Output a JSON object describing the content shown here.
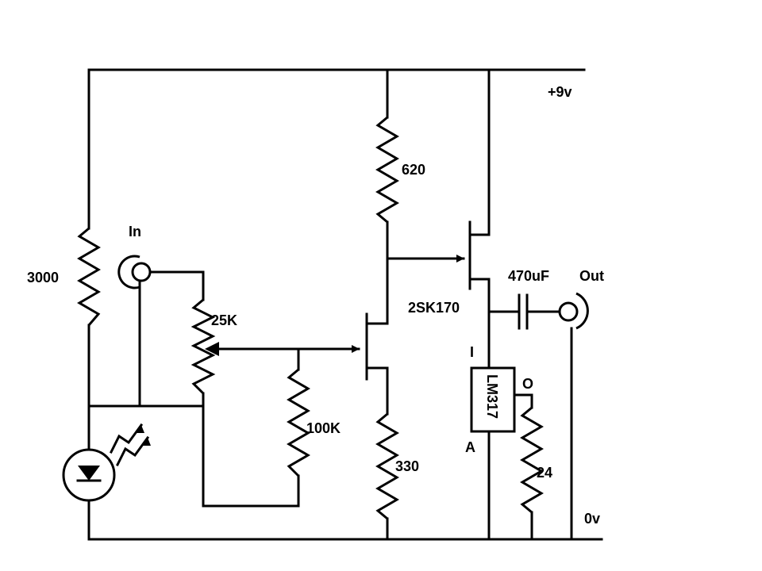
{
  "rails": {
    "positive_label": "+9v",
    "ground_label": "0v"
  },
  "terminals": {
    "input_label": "In",
    "output_label": "Out"
  },
  "components": {
    "r_top_left": "3000",
    "r_drain": "620",
    "r_source": "330",
    "r_pot": "25K",
    "r_bias": "100K",
    "r_reg": "24",
    "capacitor": "470uF",
    "jfet": "2SK170",
    "regulator": "LM317",
    "reg_pin_in": "I",
    "reg_pin_out": "O",
    "reg_pin_adj": "A"
  },
  "colors": {
    "ink": "#000000",
    "background": "#ffffff"
  }
}
